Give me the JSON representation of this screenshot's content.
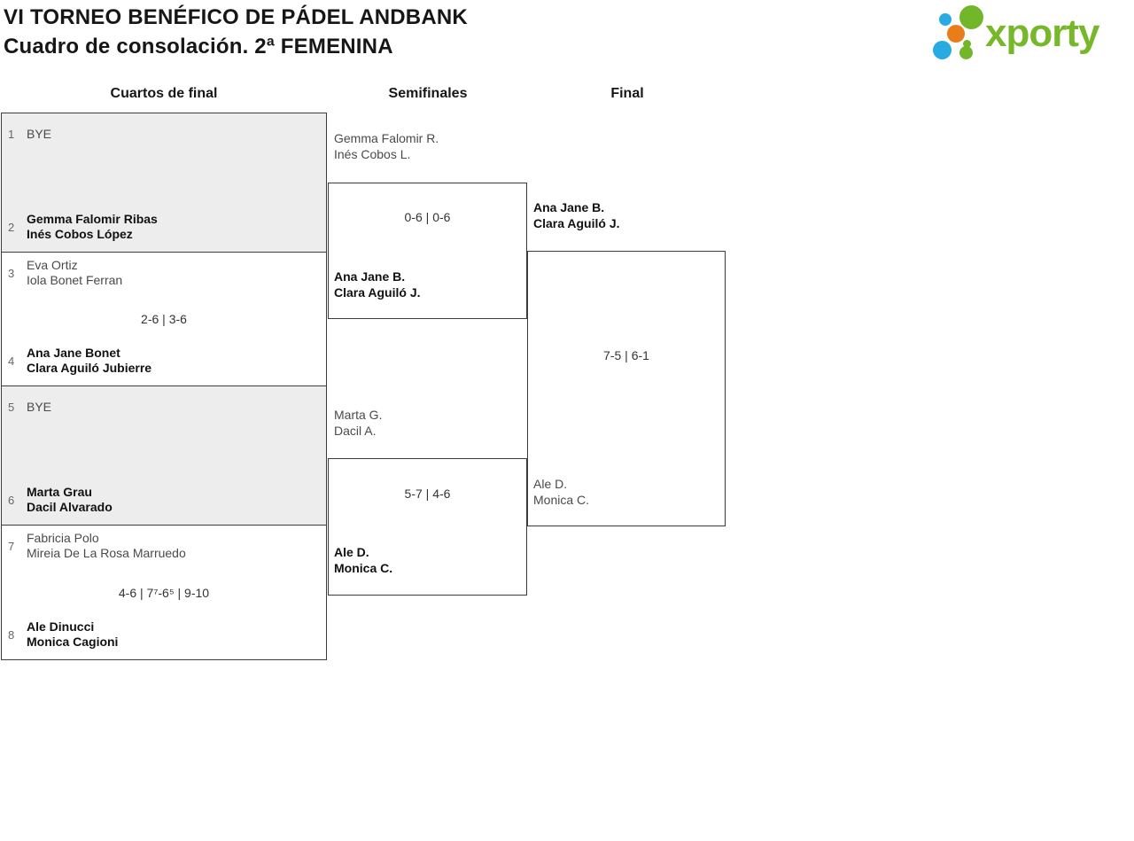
{
  "header": {
    "title_line1": "VI TORNEO BENÉFICO DE PÁDEL ANDBANK",
    "title_line2": "Cuadro de consolación. 2ª FEMENINA",
    "logo_text": "xporty"
  },
  "round_headers": [
    "Cuartos de final",
    "Semifinales",
    "Final"
  ],
  "colors": {
    "logo_green": "#76b82a",
    "logo_blue": "#29abe2",
    "logo_orange": "#e87d1a",
    "shaded_box": "#ededed",
    "bracket_line": "#3c3c3c"
  },
  "bracket": {
    "quarterfinals": [
      {
        "seed_top": "1",
        "team_top": [
          "BYE"
        ],
        "score": "",
        "seed_bottom": "2",
        "team_bottom": [
          "Gemma Falomir Ribas",
          "Inés Cobos López"
        ]
      },
      {
        "seed_top": "3",
        "team_top": [
          "Eva Ortiz",
          "Iola Bonet Ferran"
        ],
        "score": "2-6 | 3-6",
        "seed_bottom": "4",
        "team_bottom": [
          "Ana Jane Bonet",
          "Clara Aguiló Jubierre"
        ]
      },
      {
        "seed_top": "5",
        "team_top": [
          "BYE"
        ],
        "score": "",
        "seed_bottom": "6",
        "team_bottom": [
          "Marta Grau",
          "Dacil Alvarado"
        ]
      },
      {
        "seed_top": "7",
        "team_top": [
          "Fabricia Polo",
          "Mireia De La Rosa Marruedo"
        ],
        "score": "4-6 | 7⁷-6⁵ | 9-10",
        "seed_bottom": "8",
        "team_bottom": [
          "Ale Dinucci",
          "Monica Cagioni"
        ]
      }
    ],
    "semifinals": [
      {
        "team_top": [
          "Gemma Falomir R.",
          "Inés Cobos L."
        ],
        "score": "0-6 | 0-6",
        "team_bottom": [
          "Ana Jane B.",
          "Clara Aguiló J."
        ]
      },
      {
        "team_top": [
          "Marta G.",
          "Dacil A."
        ],
        "score": "5-7 | 4-6",
        "team_bottom": [
          "Ale D.",
          "Monica C."
        ]
      }
    ],
    "final": {
      "team_top": [
        "Ana Jane B.",
        "Clara Aguiló J."
      ],
      "score": "7-5 | 6-1",
      "team_bottom": [
        "Ale D.",
        "Monica C."
      ]
    }
  }
}
